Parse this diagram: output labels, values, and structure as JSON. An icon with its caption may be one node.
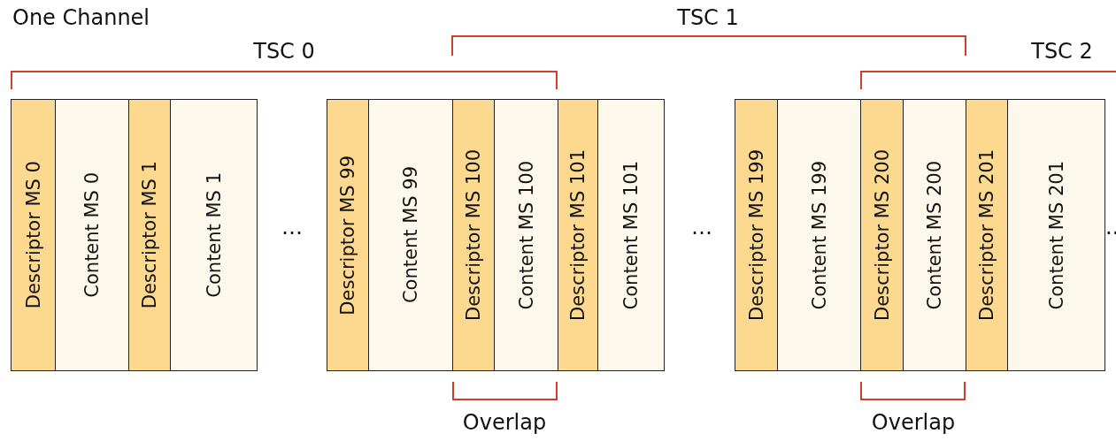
{
  "diagram": {
    "nodes": [
      {
        "text": [
          "Descriptor MS 0"
        ]
      },
      {
        "text": [
          "Content MS 0"
        ]
      },
      {
        "text": [
          "Descriptor MS 1"
        ]
      },
      {
        "text": [
          "Content MS 1"
        ]
      },
      {
        "text": [
          "Descriptor MS 99"
        ]
      },
      {
        "text": [
          "Content MS 99"
        ]
      },
      {
        "text": [
          "Descriptor MS 100"
        ]
      },
      {
        "text": [
          "Content MS 100"
        ]
      },
      {
        "text": [
          "Descriptor MS 101"
        ]
      },
      {
        "text": [
          "Content MS 101"
        ]
      },
      {
        "text": [
          "Descriptor MS 199"
        ]
      },
      {
        "text": [
          "Content MS 199"
        ]
      },
      {
        "text": [
          "Descriptor MS 200"
        ]
      },
      {
        "text": [
          "Content MS 200"
        ]
      },
      {
        "text": [
          "Descriptor MS 201"
        ]
      },
      {
        "text": [
          "Content MS 201"
        ]
      }
    ],
    "edges": [],
    "labels": [
      "One Channel",
      "TSC 1",
      "TSC 0",
      "TSC 2",
      "…",
      "…",
      "..",
      "Overlap",
      "Overlap"
    ]
  }
}
